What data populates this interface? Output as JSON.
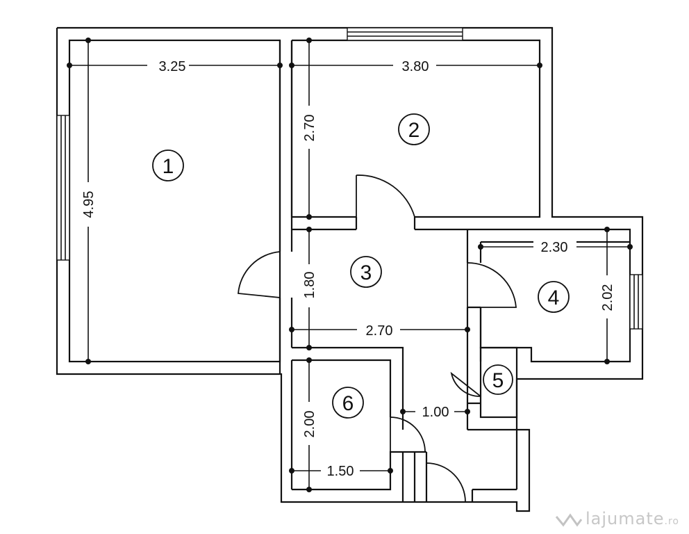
{
  "rooms": [
    {
      "label": "1"
    },
    {
      "label": "2"
    },
    {
      "label": "3"
    },
    {
      "label": "4"
    },
    {
      "label": "5"
    },
    {
      "label": "6"
    }
  ],
  "dimensions": {
    "room1_width": "3.25",
    "room1_length": "4.95",
    "room2_width": "3.80",
    "room2_length": "2.70",
    "room3_length": "1.80",
    "room3_width": "2.70",
    "room4_width": "2.30",
    "room4_length": "2.02",
    "room6_length": "2.00",
    "room6_width": "1.50",
    "corridor_width": "1.00"
  },
  "watermark": {
    "text": "lajumate",
    "tld": ".ro"
  }
}
